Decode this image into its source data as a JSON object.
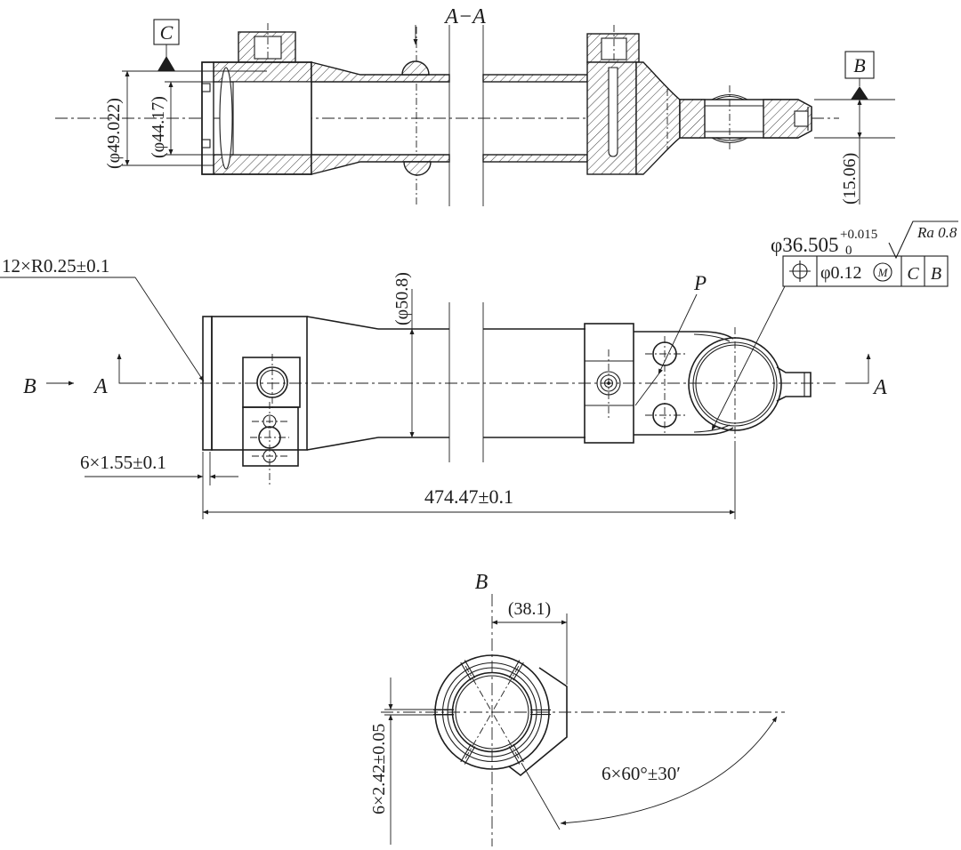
{
  "drawing": {
    "background": "#ffffff",
    "line_color": "#1d1d1d",
    "section_label": "A−A",
    "datum_c": "C",
    "datum_b": "B",
    "top_view": {
      "dim_outer": "(φ49.022)",
      "dim_bore": "(φ44.17)",
      "dim_offset": "(15.06)"
    },
    "main_view": {
      "dim_groove_radius": "12×R0.25±0.1",
      "dim_tube": "(φ50.8)",
      "dim_groove_width": "6×1.55±0.1",
      "dim_length": "474.47±0.1",
      "port_label": "P",
      "dim_bore": "φ36.505",
      "tol_upper": "+0.015",
      "tol_lower": "0",
      "roughness": "Ra 0.8",
      "fcf_tolerance": "φ0.12",
      "fcf_modifier": "M",
      "fcf_datum_1": "C",
      "fcf_datum_2": "B",
      "label_b_arrow": "B",
      "label_a_left": "A",
      "label_a_right": "A"
    },
    "bottom_view": {
      "label": "B",
      "dim_width": "(38.1)",
      "dim_slot": "6×2.42±0.05",
      "dim_angle": "6×60°±30′"
    }
  }
}
